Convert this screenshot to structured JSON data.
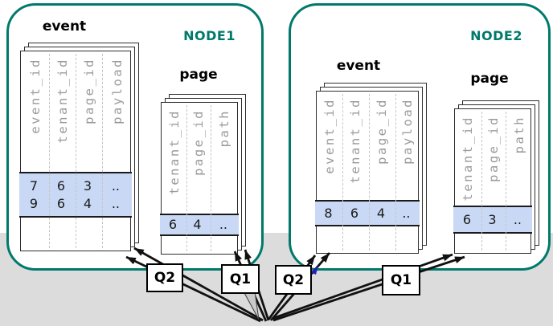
{
  "nodes": [
    {
      "title": "NODE1",
      "tables": [
        {
          "name": "event",
          "columns": [
            "event_id",
            "tenant_id",
            "page_id",
            "payload"
          ],
          "rows": [
            [
              "7",
              "6",
              "3",
              ".."
            ],
            [
              "9",
              "6",
              "4",
              ".."
            ]
          ]
        },
        {
          "name": "page",
          "columns": [
            "tenant_id",
            "page_id",
            "path"
          ],
          "rows": [
            [
              "6",
              "4",
              ".."
            ]
          ]
        }
      ]
    },
    {
      "title": "NODE2",
      "tables": [
        {
          "name": "event",
          "columns": [
            "event_id",
            "tenant_id",
            "page_id",
            "payload"
          ],
          "rows": [
            [
              "8",
              "6",
              "4",
              ".."
            ]
          ]
        },
        {
          "name": "page",
          "columns": [
            "tenant_id",
            "page_id",
            "path"
          ],
          "rows": [
            [
              "6",
              "3",
              ".."
            ]
          ]
        }
      ]
    }
  ],
  "queries": [
    {
      "label": "Q2"
    },
    {
      "label": "Q1"
    },
    {
      "label": "Q2"
    },
    {
      "label": "Q1"
    }
  ],
  "colors": {
    "accent": "#00796b",
    "highlight": "#c9d9f5",
    "background_strip": "#dcdcdc",
    "arrow": "#111111"
  }
}
